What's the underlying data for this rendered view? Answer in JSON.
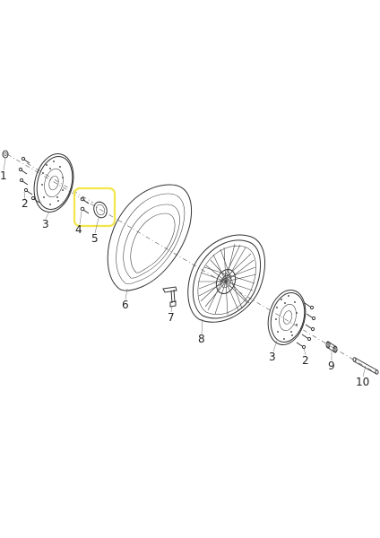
{
  "diagram": {
    "title": "",
    "highlight_color": "#f2e64a",
    "line_color": "#333333",
    "callouts": [
      {
        "id": "c1",
        "label": "1"
      },
      {
        "id": "c2a",
        "label": "2"
      },
      {
        "id": "c3a",
        "label": "3"
      },
      {
        "id": "c4",
        "label": "4"
      },
      {
        "id": "c5",
        "label": "5"
      },
      {
        "id": "c6",
        "label": "6"
      },
      {
        "id": "c7",
        "label": "7"
      },
      {
        "id": "c8",
        "label": "8"
      },
      {
        "id": "c3b",
        "label": "3"
      },
      {
        "id": "c2b",
        "label": "2"
      },
      {
        "id": "c9",
        "label": "9"
      },
      {
        "id": "c10",
        "label": "10"
      }
    ]
  }
}
